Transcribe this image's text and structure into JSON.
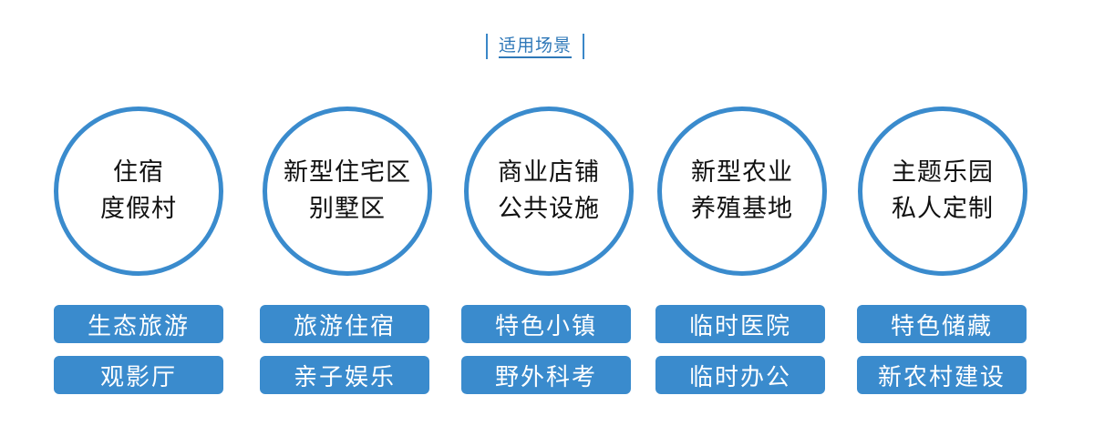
{
  "header": {
    "title": "适用场景"
  },
  "colors": {
    "accent": "#3a8bcd",
    "title": "#2f78b8",
    "text": "#111111"
  },
  "scenarios": [
    {
      "circle": [
        "住宿",
        "度假村"
      ],
      "tags": [
        "生态旅游",
        "观影厅"
      ]
    },
    {
      "circle": [
        "新型住宅区",
        "别墅区"
      ],
      "tags": [
        "旅游住宿",
        "亲子娱乐"
      ]
    },
    {
      "circle": [
        "商业店铺",
        "公共设施"
      ],
      "tags": [
        "特色小镇",
        "野外科考"
      ]
    },
    {
      "circle": [
        "新型农业",
        "养殖基地"
      ],
      "tags": [
        "临时医院",
        "临时办公"
      ]
    },
    {
      "circle": [
        "主题乐园",
        "私人定制"
      ],
      "tags": [
        "特色储藏",
        "新农村建设"
      ]
    }
  ]
}
